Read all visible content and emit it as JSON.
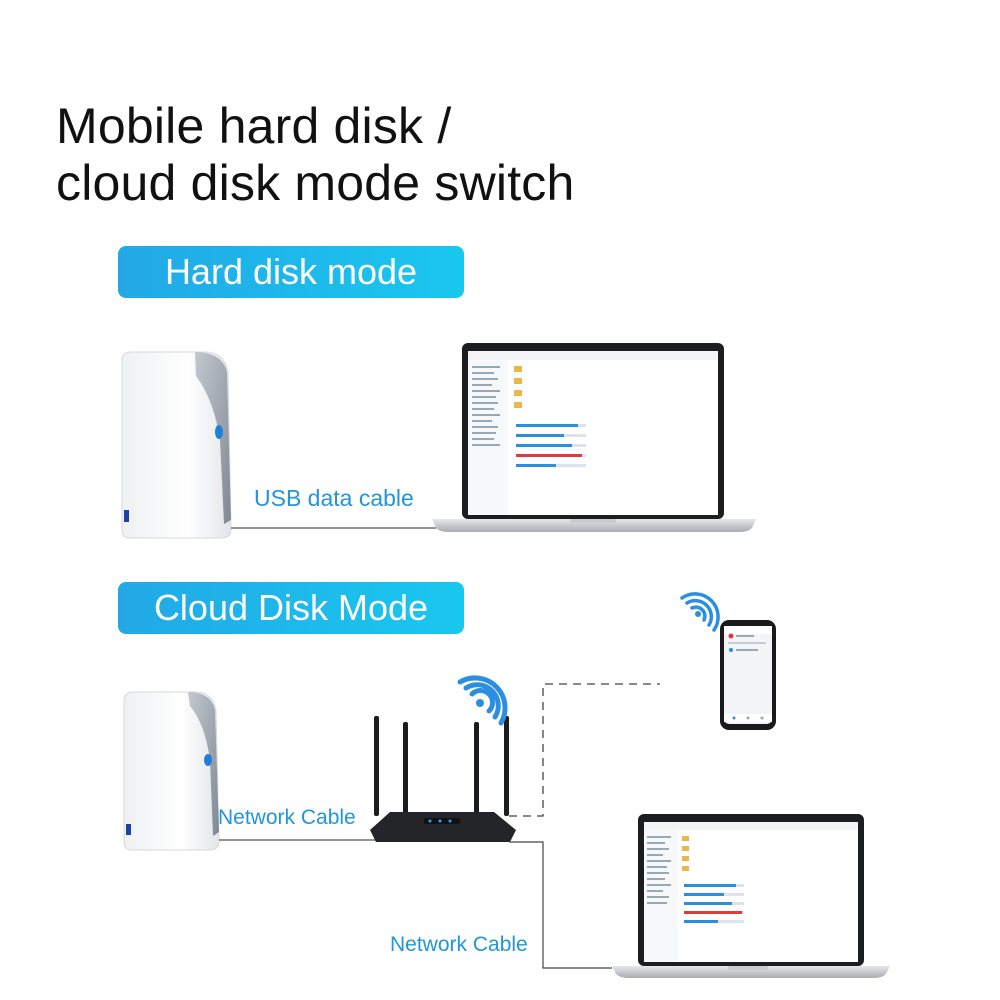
{
  "title": {
    "line1": "Mobile hard disk /",
    "line2": "cloud disk mode switch"
  },
  "modes": {
    "hard_disk": {
      "label": "Hard disk mode",
      "cable_label": "USB data cable"
    },
    "cloud_disk": {
      "label": "Cloud Disk Mode",
      "cable_label_router": "Network Cable",
      "cable_label_laptop": "Network Cable"
    }
  },
  "colors": {
    "accent": "#1fb6ec",
    "cable_text": "#2196d8",
    "title_text": "#111111"
  },
  "icons": [
    "hard-drive-device",
    "laptop",
    "router",
    "wifi-signal",
    "smartphone"
  ]
}
